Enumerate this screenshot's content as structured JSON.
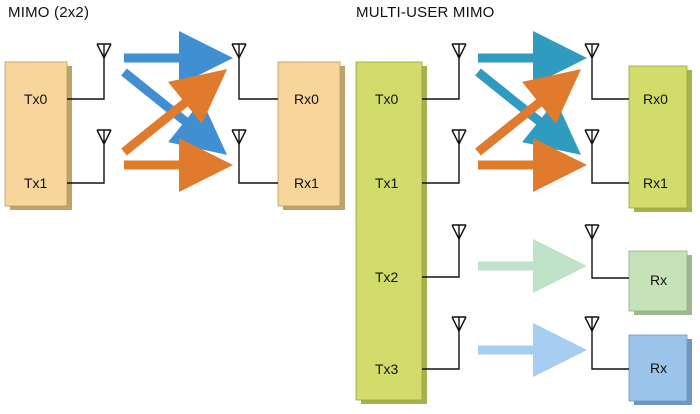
{
  "left": {
    "title": "MIMO (2x2)",
    "tx": [
      "Tx0",
      "Tx1"
    ],
    "rx": [
      "Rx0",
      "Rx1"
    ]
  },
  "right": {
    "title": "MULTI-USER MIMO",
    "tx": [
      "Tx0",
      "Tx1",
      "Tx2",
      "Tx3"
    ],
    "rx": [
      "Rx0",
      "Rx1"
    ],
    "extra_rx": [
      "Rx",
      "Rx"
    ]
  },
  "colors": {
    "tx_left": "#f7d59b",
    "rx_left": "#f7d59b",
    "tx_right": "#d2dc6b",
    "rx_right": "#d2dc6b",
    "rx_green": "#c6e2b8",
    "rx_blue": "#9cc4ea",
    "arrow_blue": "#3f8fd2",
    "arrow_orange": "#e07a2c",
    "arrow_teal": "#2f9bbf",
    "arrow_light_green": "#bfe3c8",
    "arrow_light_blue": "#a7cdf0"
  }
}
